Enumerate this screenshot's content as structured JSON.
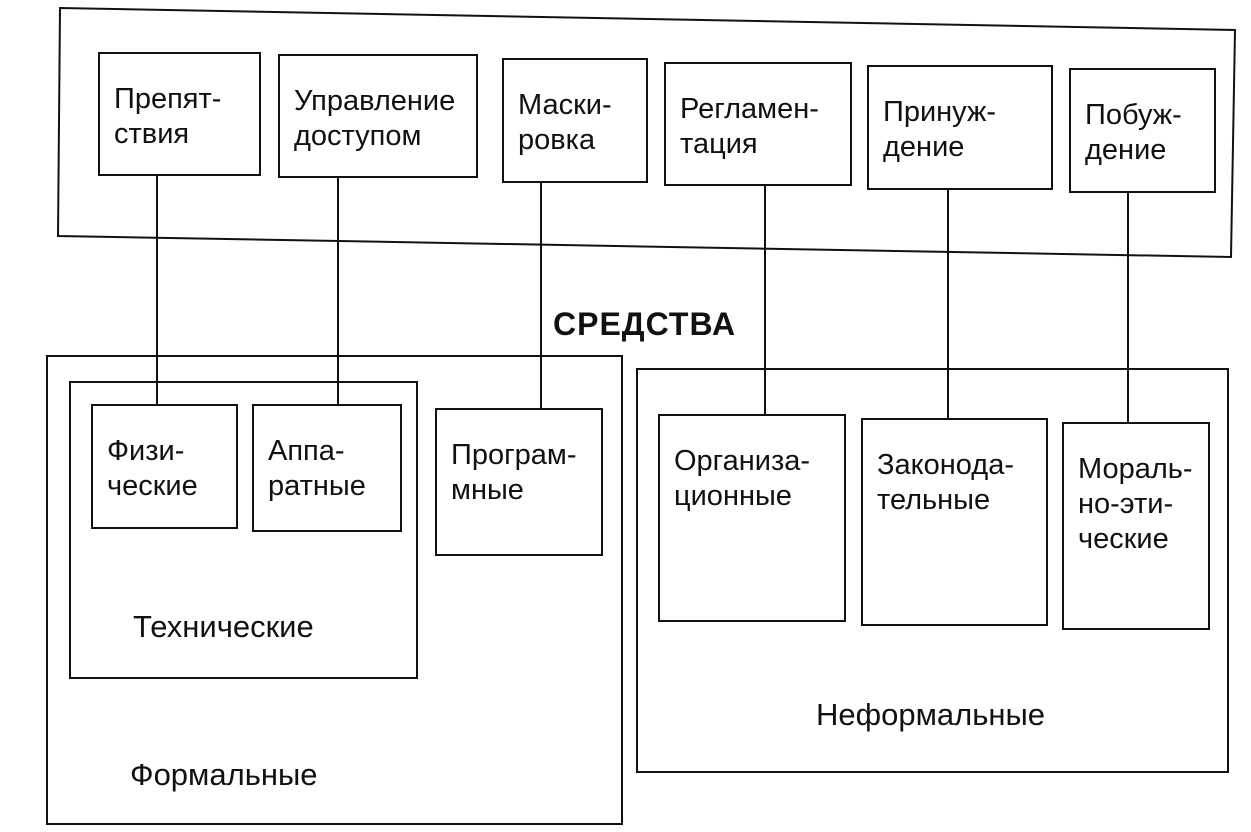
{
  "title": "СРЕДСТВА",
  "methods": [
    {
      "l1": "Препят-",
      "l2": "ствия"
    },
    {
      "l1": "Управление",
      "l2": "доступом"
    },
    {
      "l1": "Маски-",
      "l2": "ровка"
    },
    {
      "l1": "Регламен-",
      "l2": "тация"
    },
    {
      "l1": "Принуж-",
      "l2": "дение"
    },
    {
      "l1": "Побуж-",
      "l2": "дение"
    }
  ],
  "means": [
    {
      "l1": "Физи-",
      "l2": "ческие",
      "l3": ""
    },
    {
      "l1": "Аппа-",
      "l2": "ратные",
      "l3": ""
    },
    {
      "l1": "Програм-",
      "l2": "мные",
      "l3": ""
    },
    {
      "l1": "Организа-",
      "l2": "ционные",
      "l3": ""
    },
    {
      "l1": "Законода-",
      "l2": "тельные",
      "l3": ""
    },
    {
      "l1": "Мораль-",
      "l2": "но-эти-",
      "l3": "ческие"
    }
  ],
  "groups": {
    "technical": "Технические",
    "formal": "Формальные",
    "informal": "Неформальные"
  }
}
